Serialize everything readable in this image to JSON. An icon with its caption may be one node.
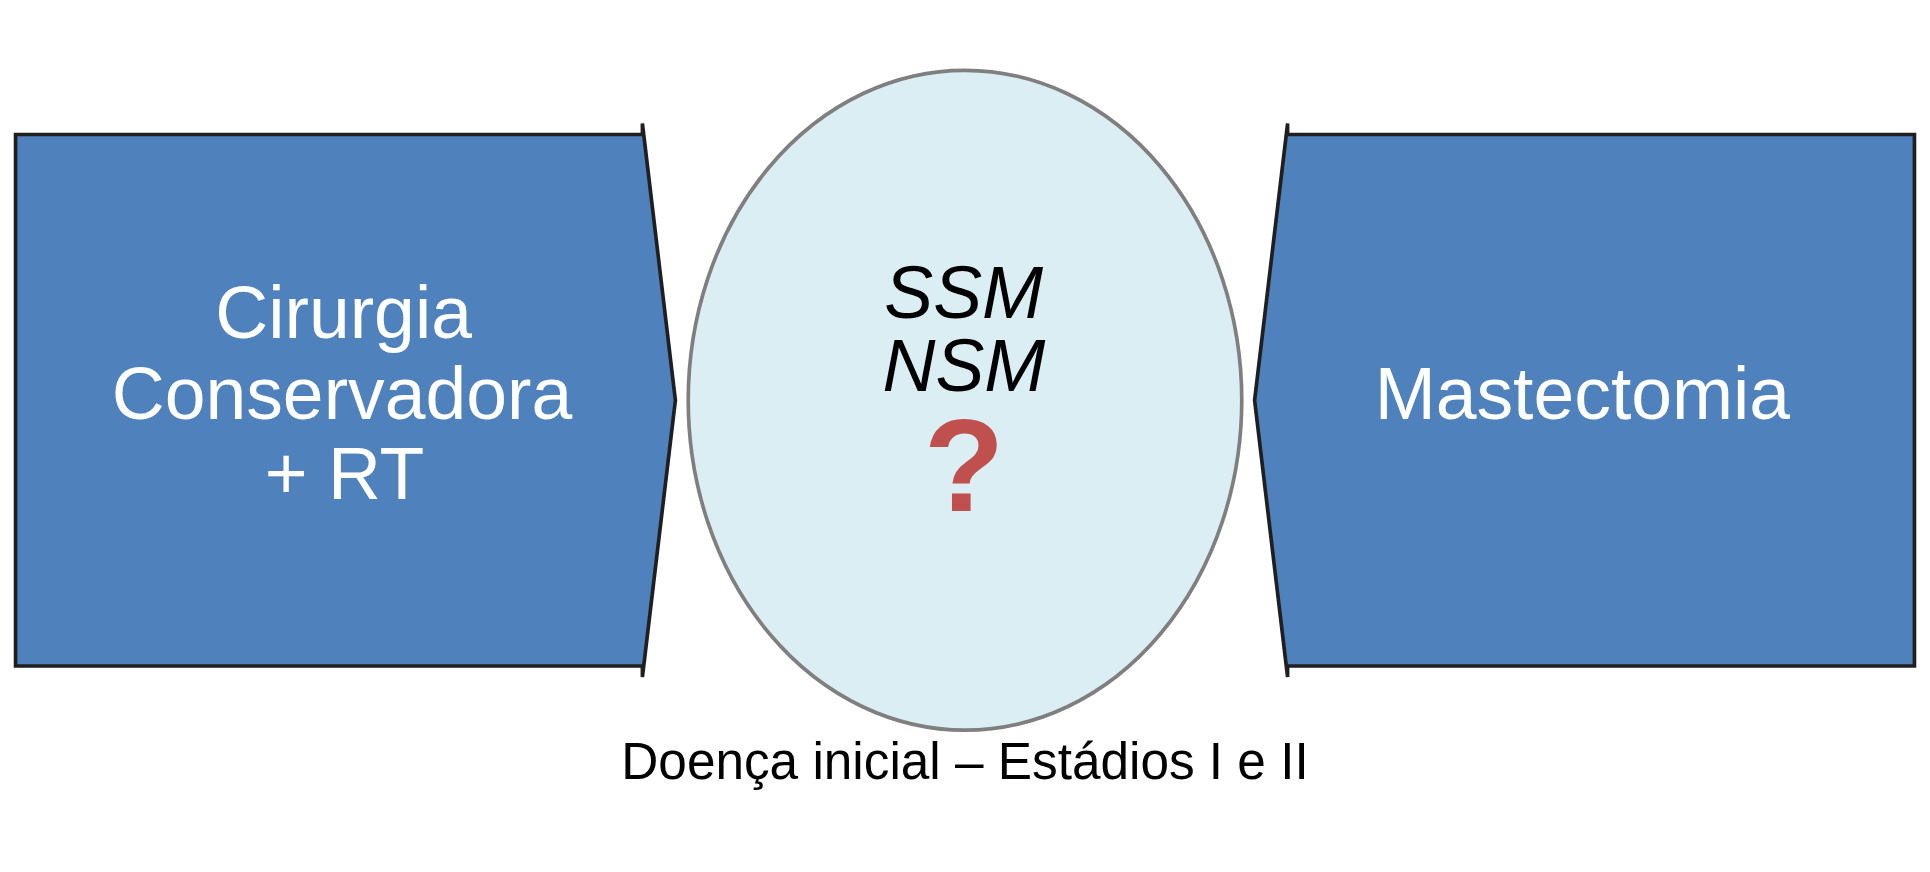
{
  "diagram": {
    "caption": "Doença inicial – Estádios I e II",
    "nodes": [
      {
        "text": [
          "Cirurgia Conservadora + RT"
        ]
      },
      {
        "text": [
          "SSM",
          "NSM",
          "?"
        ]
      },
      {
        "text": [
          "Mastectomia"
        ]
      }
    ]
  }
}
